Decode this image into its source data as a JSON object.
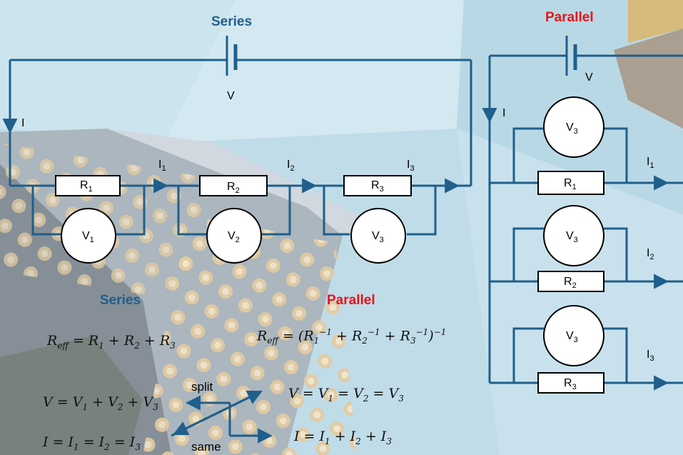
{
  "series_title": "Series",
  "parallel_title": "Parallel",
  "colors": {
    "wire": "#1f5f8b",
    "series": "#1f5f8b",
    "parallel": "#e8121a"
  },
  "series_circuit": {
    "source": "V",
    "current": "I",
    "resistors": [
      {
        "label": "R",
        "sub": "1"
      },
      {
        "label": "R",
        "sub": "2"
      },
      {
        "label": "R",
        "sub": "3"
      }
    ],
    "voltmeters": [
      {
        "label": "V",
        "sub": "1"
      },
      {
        "label": "V",
        "sub": "2"
      },
      {
        "label": "V",
        "sub": "3"
      }
    ],
    "currents": [
      {
        "label": "I",
        "sub": "1"
      },
      {
        "label": "I",
        "sub": "2"
      },
      {
        "label": "I",
        "sub": "3"
      }
    ]
  },
  "parallel_circuit": {
    "source": "V",
    "current": "I",
    "branches": [
      {
        "resistor": "R",
        "r_sub": "1",
        "voltmeter": "V",
        "v_sub": "3",
        "current": "I",
        "i_sub": "1"
      },
      {
        "resistor": "R",
        "r_sub": "2",
        "voltmeter": "V",
        "v_sub": "3",
        "current": "I",
        "i_sub": "2"
      },
      {
        "resistor": "R",
        "r_sub": "3",
        "voltmeter": "V",
        "v_sub": "3",
        "current": "I",
        "i_sub": "3"
      }
    ]
  },
  "equations": {
    "series_title": "Series",
    "parallel_title": "Parallel",
    "series_reff": "R_eff = R_1 + R_2 + R_3",
    "parallel_reff": "R_eff = (R_1^-1 + R_2^-1 + R_3^-1)^-1",
    "series_v": "V = V_1 + V_2 + V_3",
    "parallel_v": "V = V_1 = V_2 = V_3",
    "series_i": "I = I_1 = I_2 = I_3",
    "parallel_i": "I = I_1 + I_2 + I_3",
    "split_label": "split",
    "same_label": "same"
  }
}
